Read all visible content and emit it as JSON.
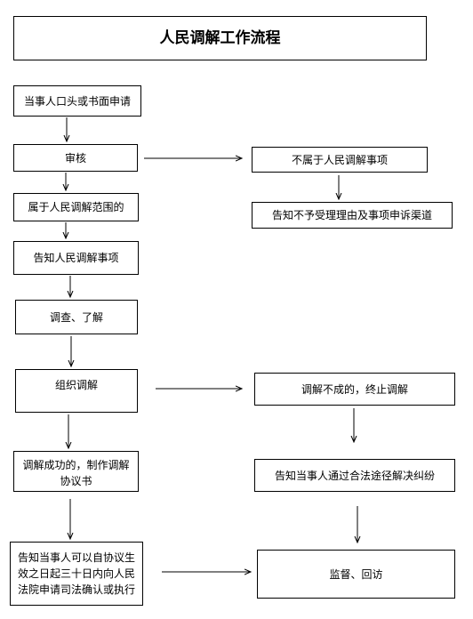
{
  "title": "人民调解工作流程",
  "steps": {
    "apply": "当事人口头或书面申请",
    "review": "审核",
    "in_scope": "属于人民调解范围的",
    "notify_matter": "告知人民调解事项",
    "investigate": "调查、了解",
    "organize": "组织调解",
    "success_line1": "调解成功的，制作调解",
    "success_line2": "协议书",
    "court_line1": "告知当事人可以自协议生",
    "court_line2": "效之日起三十日内向人民",
    "court_line3": "法院申请司法确认或执行",
    "not_in_scope": "不属于人民调解事项",
    "no_accept": "告知不予受理理由及事项申诉渠道",
    "failed": "调解不成的，终止调解",
    "legal_way": "告知当事人通过合法途径解决纠纷",
    "supervise": "监督、回访"
  }
}
